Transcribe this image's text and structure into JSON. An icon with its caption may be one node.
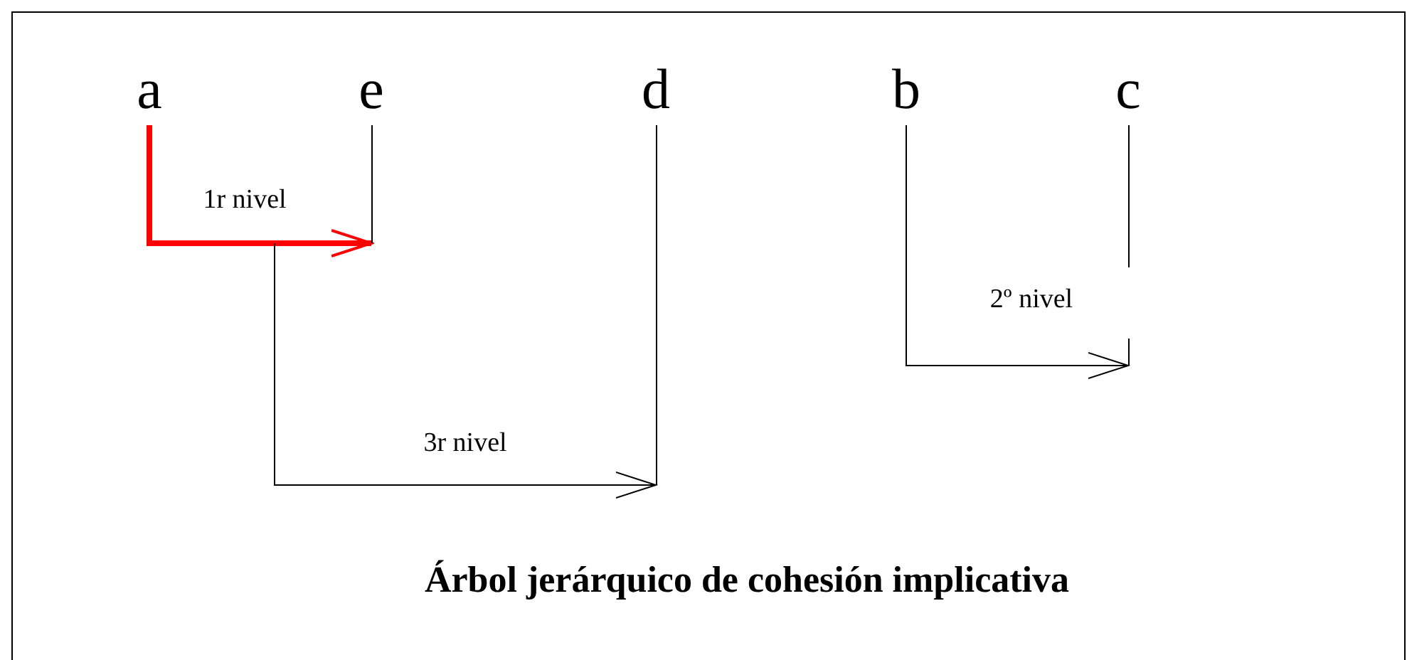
{
  "diagram": {
    "title": "Árbol jerárquico de cohesión implicativa",
    "nodes": [
      {
        "text": [
          "a"
        ]
      },
      {
        "text": [
          "e"
        ]
      },
      {
        "text": [
          "d"
        ]
      },
      {
        "text": [
          "b"
        ]
      },
      {
        "text": [
          "c"
        ]
      }
    ],
    "edges": [
      {
        "from": 0,
        "to": 1,
        "arrow": "to",
        "label": "1r nivel",
        "style": "thick",
        "color": "#ff0000"
      },
      {
        "from": null,
        "to": 2,
        "arrow": "to",
        "label": "3r nivel"
      },
      {
        "from": 3,
        "to": 4,
        "arrow": "to",
        "label": "2º nivel"
      }
    ]
  }
}
